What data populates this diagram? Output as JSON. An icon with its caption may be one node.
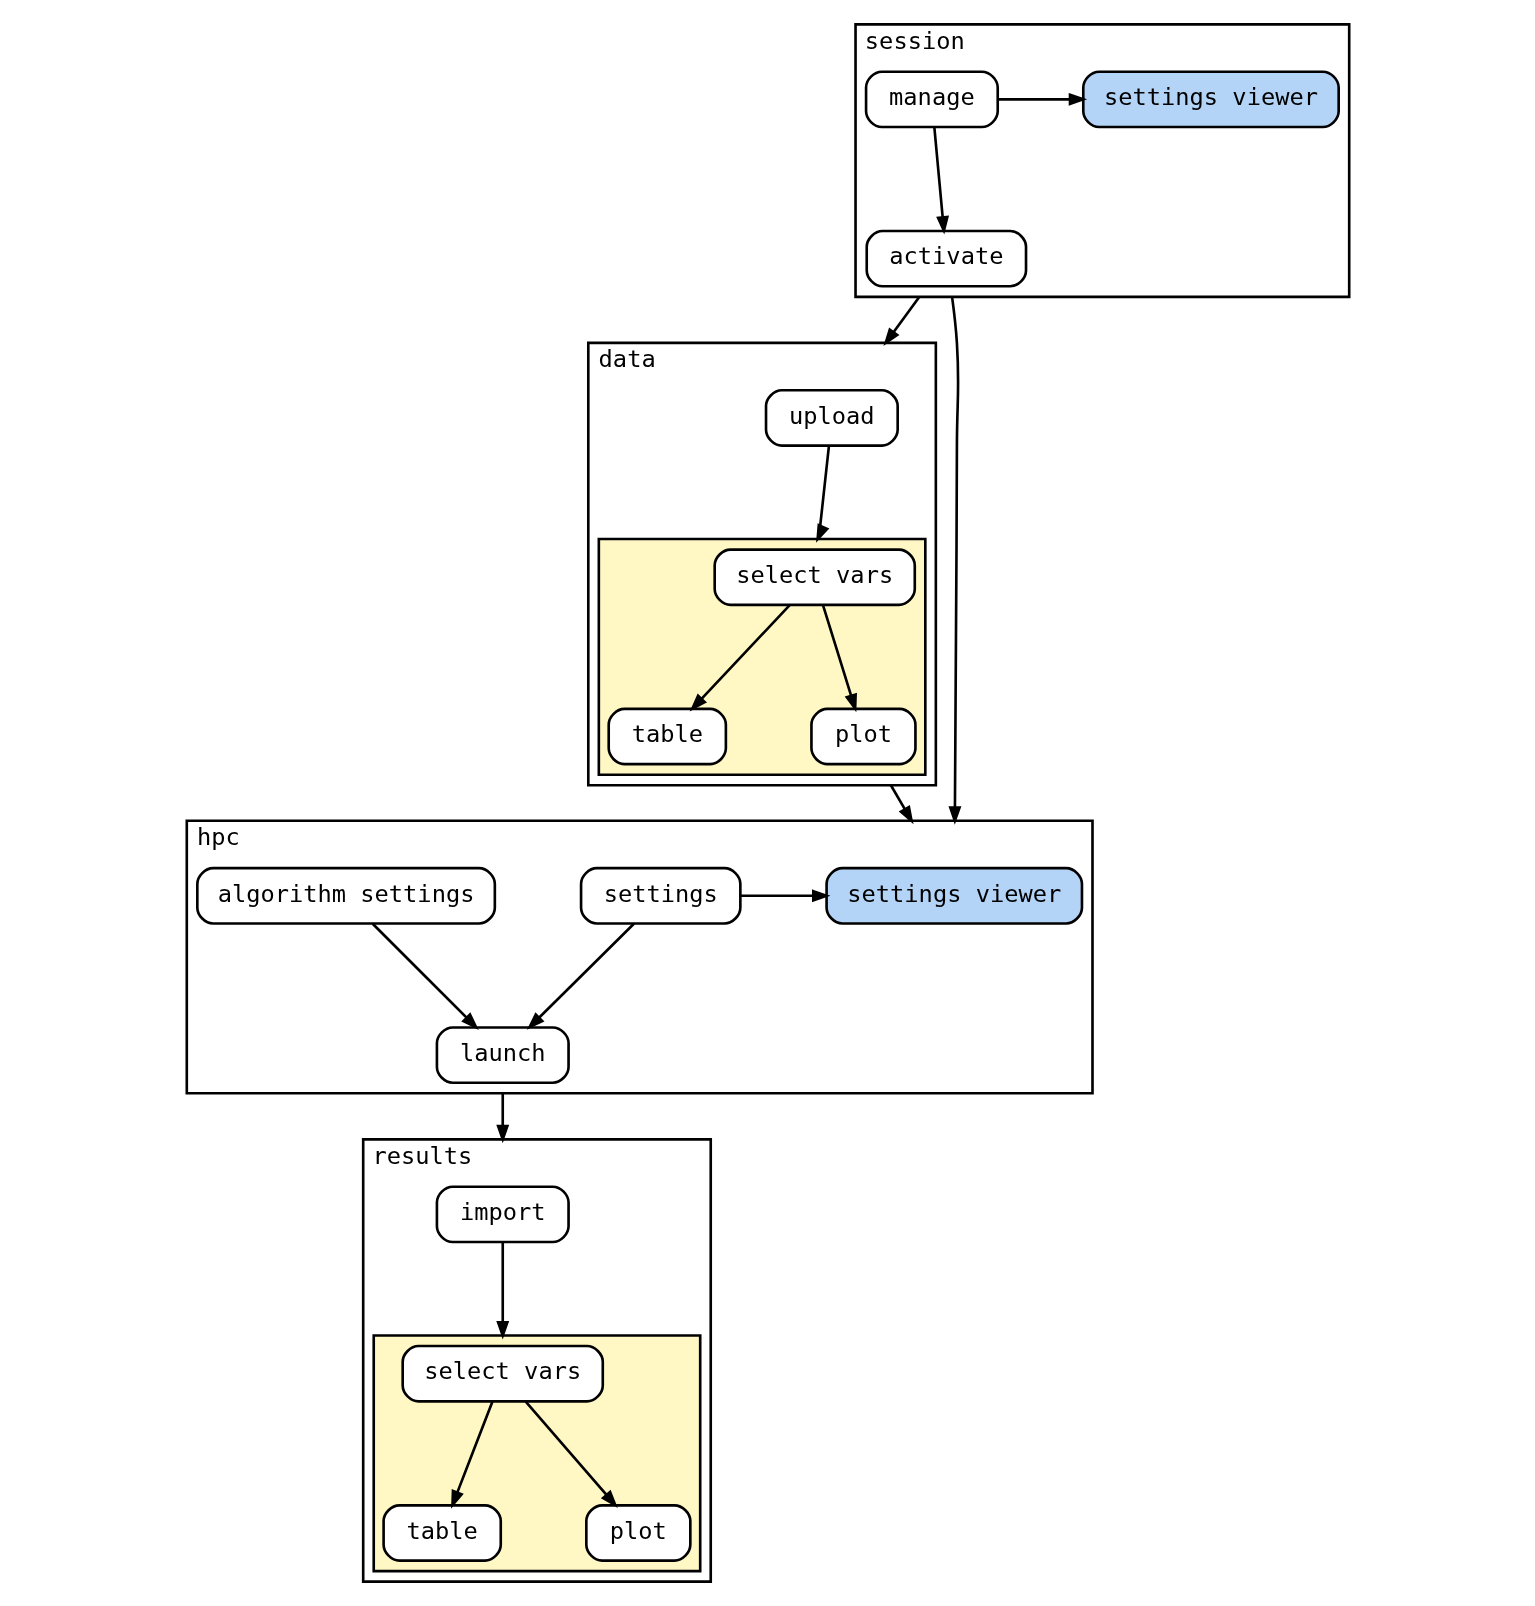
{
  "diagram": {
    "nodes": [
      {
        "text": [
          "session"
        ]
      },
      {
        "text": [
          "settings viewer"
        ],
        "in": 0
      },
      {
        "text": [
          "manage"
        ],
        "in": 0
      },
      {
        "text": [
          "activate"
        ],
        "in": 0
      },
      {
        "text": [
          "data"
        ]
      },
      {
        "text": [
          "upload"
        ],
        "in": 4
      },
      {
        "text": [],
        "shape": "box",
        "in": 4
      },
      {
        "text": [
          "select vars"
        ],
        "in": 6
      },
      {
        "text": [
          "table"
        ],
        "in": 6
      },
      {
        "text": [
          "plot"
        ],
        "in": 6
      },
      {
        "text": [
          "hpc"
        ]
      },
      {
        "text": [
          "settings viewer"
        ],
        "in": 10
      },
      {
        "text": [
          "settings"
        ],
        "in": 10
      },
      {
        "text": [
          "algorithm settings"
        ],
        "in": 10
      },
      {
        "text": [
          "launch"
        ],
        "in": 10
      },
      {
        "text": [
          "results"
        ]
      },
      {
        "text": [
          "import"
        ],
        "in": 15
      },
      {
        "text": [],
        "shape": "box",
        "in": 15
      },
      {
        "text": [
          "select vars"
        ],
        "in": 17
      },
      {
        "text": [
          "table"
        ],
        "in": 17
      },
      {
        "text": [
          "plot"
        ],
        "in": 17
      }
    ],
    "edges": [
      {
        "from": 2,
        "to": 1,
        "arrow": "to"
      },
      {
        "from": 2,
        "to": 3,
        "arrow": "to"
      },
      {
        "from": 0,
        "to": 4,
        "arrow": "to"
      },
      {
        "from": 5,
        "to": 6,
        "arrow": "to"
      },
      {
        "from": 7,
        "to": 8,
        "arrow": "to"
      },
      {
        "from": 7,
        "to": 9,
        "arrow": "to"
      },
      {
        "from": 0,
        "to": 10,
        "arrow": "to"
      },
      {
        "from": 4,
        "to": 10,
        "arrow": "to"
      },
      {
        "from": 12,
        "to": 11,
        "arrow": "to"
      },
      {
        "from": 12,
        "to": 14,
        "arrow": "to"
      },
      {
        "from": 13,
        "to": 14,
        "arrow": "to"
      },
      {
        "from": 10,
        "to": 15,
        "arrow": "to"
      },
      {
        "from": 16,
        "to": 17,
        "arrow": "to"
      },
      {
        "from": 18,
        "to": 19,
        "arrow": "to"
      },
      {
        "from": 18,
        "to": 20,
        "arrow": "to"
      }
    ]
  }
}
